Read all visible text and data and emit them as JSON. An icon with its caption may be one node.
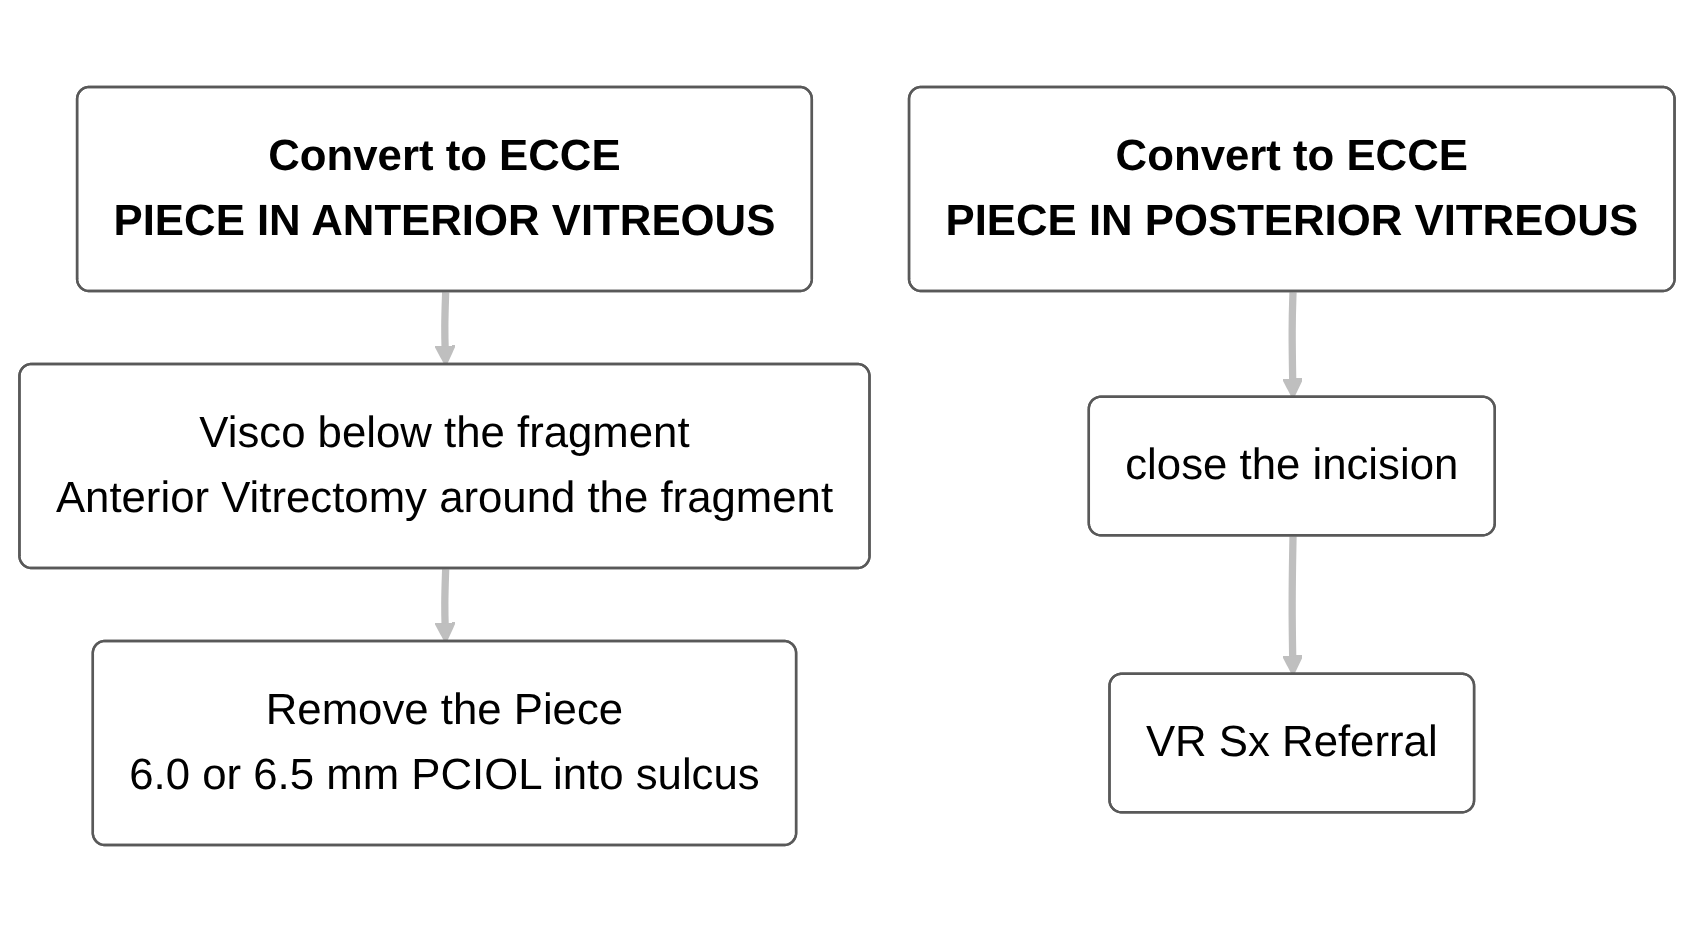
{
  "diagram": {
    "nodes": [
      {
        "text": [
          "Convert to ECCE",
          "PIECE IN ANTERIOR VITREOUS"
        ]
      },
      {
        "text": [
          "Visco below the fragment",
          "Anterior Vitrectomy around the fragment"
        ]
      },
      {
        "text": [
          "Remove the Piece",
          "6.0 or 6.5 mm PCIOL into sulcus"
        ]
      },
      {
        "text": [
          "Convert to ECCE",
          "PIECE IN POSTERIOR VITREOUS"
        ]
      },
      {
        "text": [
          "close the incision"
        ]
      },
      {
        "text": [
          "VR Sx Referral"
        ]
      }
    ],
    "edges": [
      {
        "from": 0,
        "to": 1,
        "arrow": "to"
      },
      {
        "from": 1,
        "to": 2,
        "arrow": "to"
      },
      {
        "from": 3,
        "to": 4,
        "arrow": "to"
      },
      {
        "from": 4,
        "to": 5,
        "arrow": "to"
      }
    ]
  }
}
